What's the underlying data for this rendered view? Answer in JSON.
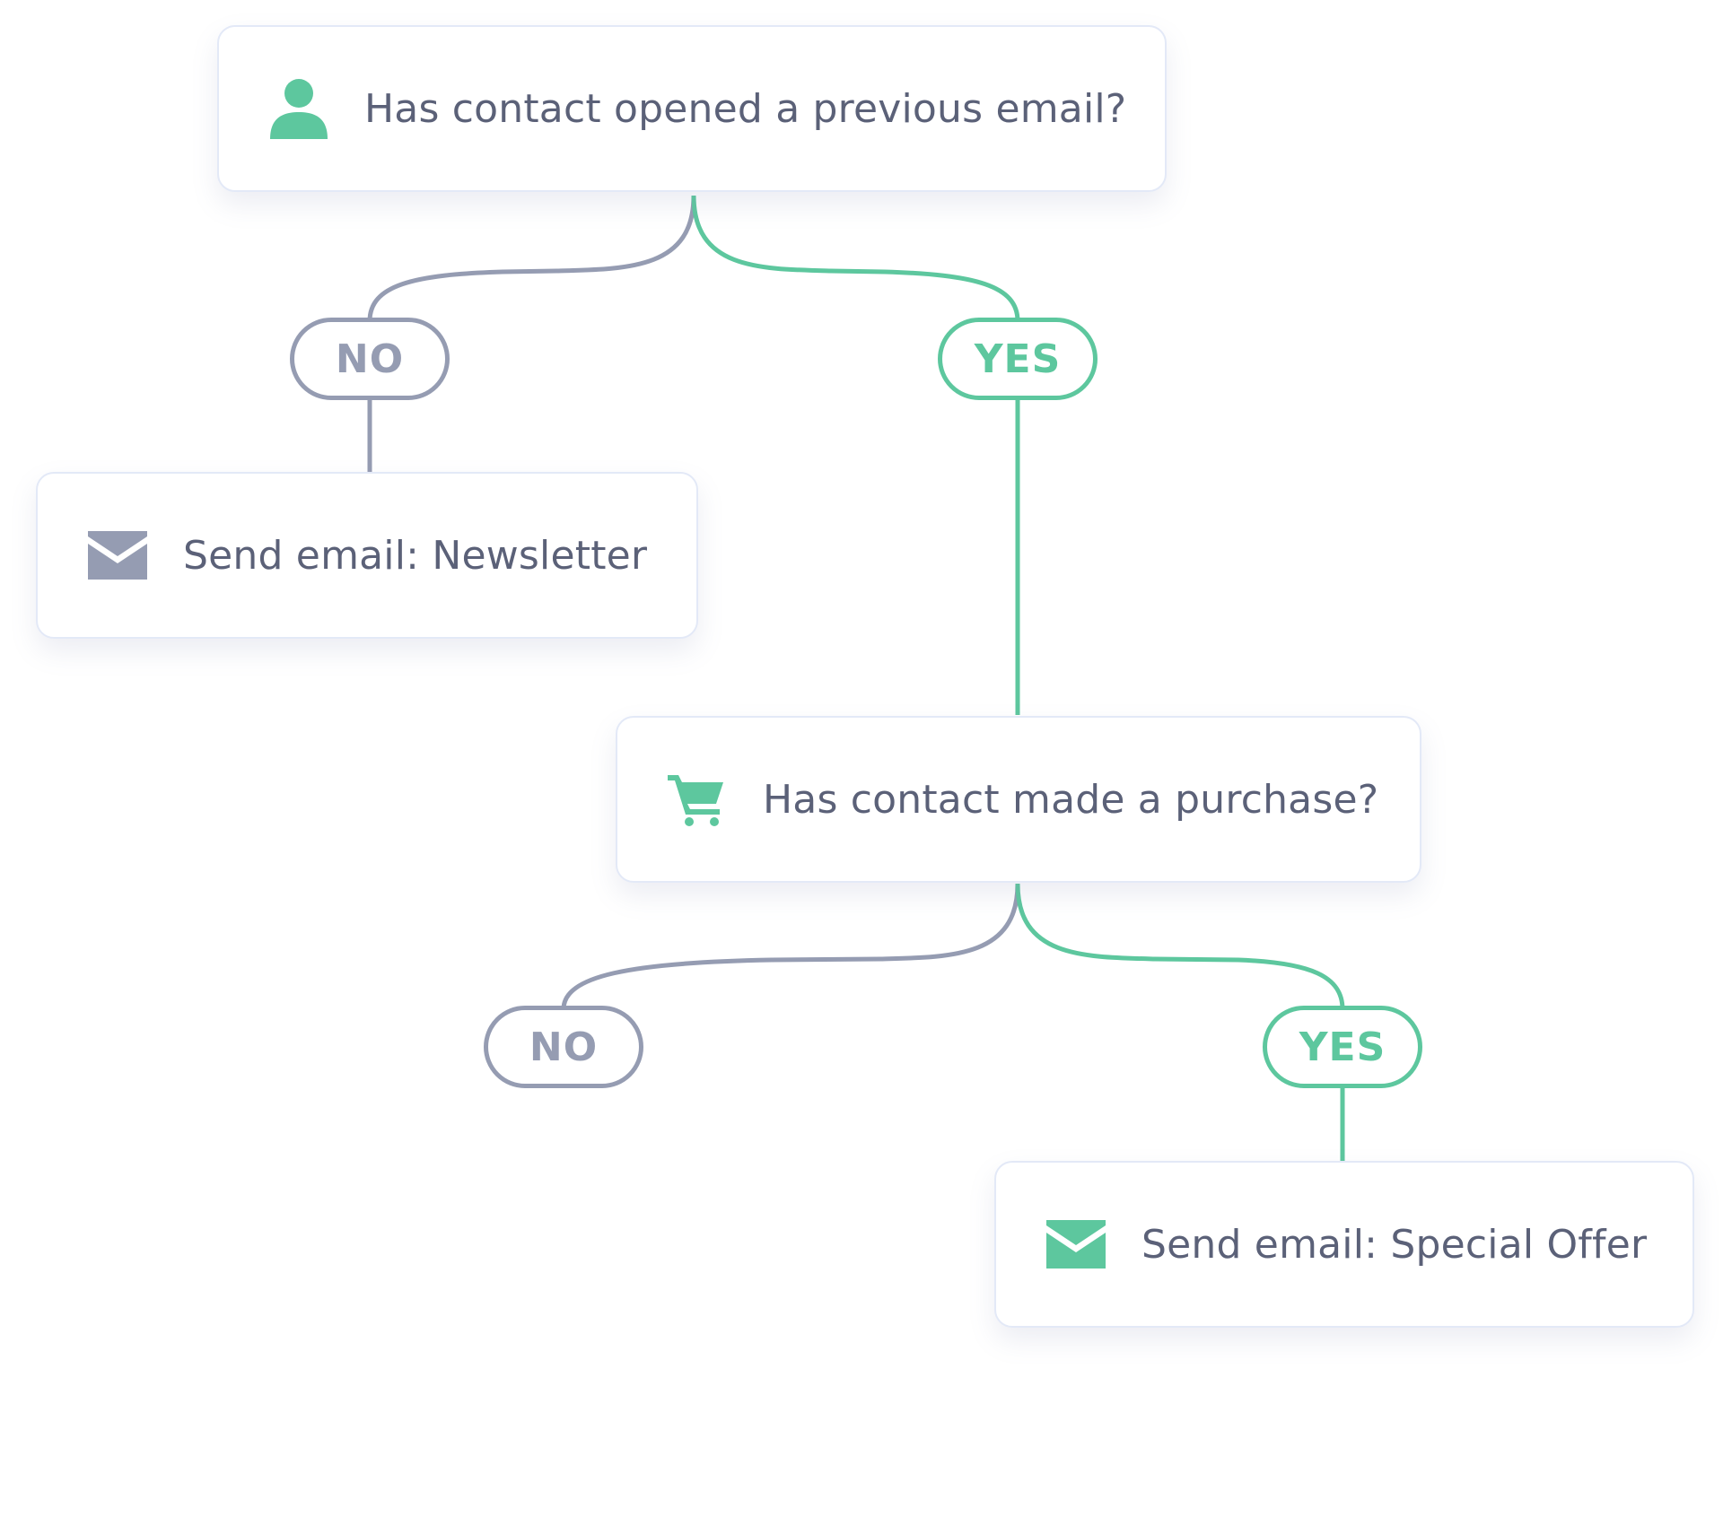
{
  "colors": {
    "yes": "#5dc79e",
    "no": "#959cb2",
    "text": "#5b6178",
    "border": "#e3e9f7"
  },
  "nodes": {
    "q1": {
      "label": "Has contact opened a previous email?",
      "icon": "person-icon"
    },
    "email_newsletter": {
      "label": "Send email: Newsletter",
      "icon": "envelope-icon"
    },
    "q2": {
      "label": "Has contact made a purchase?",
      "icon": "shopping-cart-icon"
    },
    "email_offer": {
      "label": "Send email: Special Offer",
      "icon": "envelope-icon"
    }
  },
  "branches": {
    "q1_no": "NO",
    "q1_yes": "YES",
    "q2_no": "NO",
    "q2_yes": "YES"
  }
}
